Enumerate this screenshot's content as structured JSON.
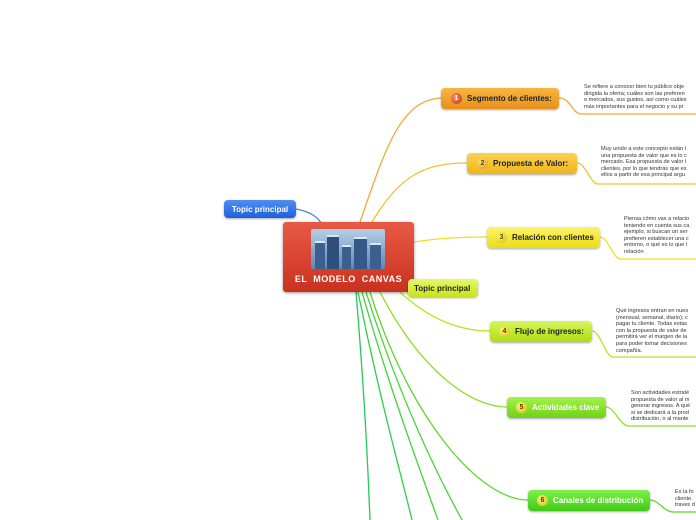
{
  "central": {
    "title": "EL  MODELO   CANVAS",
    "image_icon": "business-people-icon"
  },
  "topic_principal": [
    "Topic principal",
    "Topic principal"
  ],
  "branches": [
    {
      "num": "1",
      "label": "Segmento de clientes:",
      "note": "Se refiere a conocer bien tu público obje\ndirigida la oferta; cuáles son las preferen\no mercados, sus gustos, así como cuáles\nmás importantes para el negocio y su pr"
    },
    {
      "num": "2",
      "label": "Propuesta de Valor:",
      "note": "Muy unido a este concepto están l\nuna propuesta de valor que es lo c\nmercado. Esa propuesta de valor l\nclientes, por lo que tendrás que es\nellos a partir de esa principal argu"
    },
    {
      "num": "3",
      "label": "Relación con clientes",
      "note": "Piensa cómo vas a relacio\nteniendo en cuenta sus ca\nejemplo, si buscan un ser\nprefieren establecer una c\nentorno, o qué es lo que l\nrelación"
    },
    {
      "num": "4",
      "label": "Flujo de ingresos:",
      "note": "Qué ingresos entran en nues\n(mensual, semanal, diario); c\npagar tu cliente. Todas estas\ncon la propuesta de valor de\npermitirá ver el margen de la\npara poder tomar decisiones\ncompañía."
    },
    {
      "num": "5",
      "label": "Actividades clave",
      "note": "Son actividades estraté\npropuesta de valor al m\ngenerar ingresos. A qué\nsi se dedicará a la prod\ndistribución, o al mante"
    },
    {
      "num": "6",
      "label": "Canales de distribución",
      "note": "Es la fo\ncliente.\ntraves d"
    }
  ]
}
